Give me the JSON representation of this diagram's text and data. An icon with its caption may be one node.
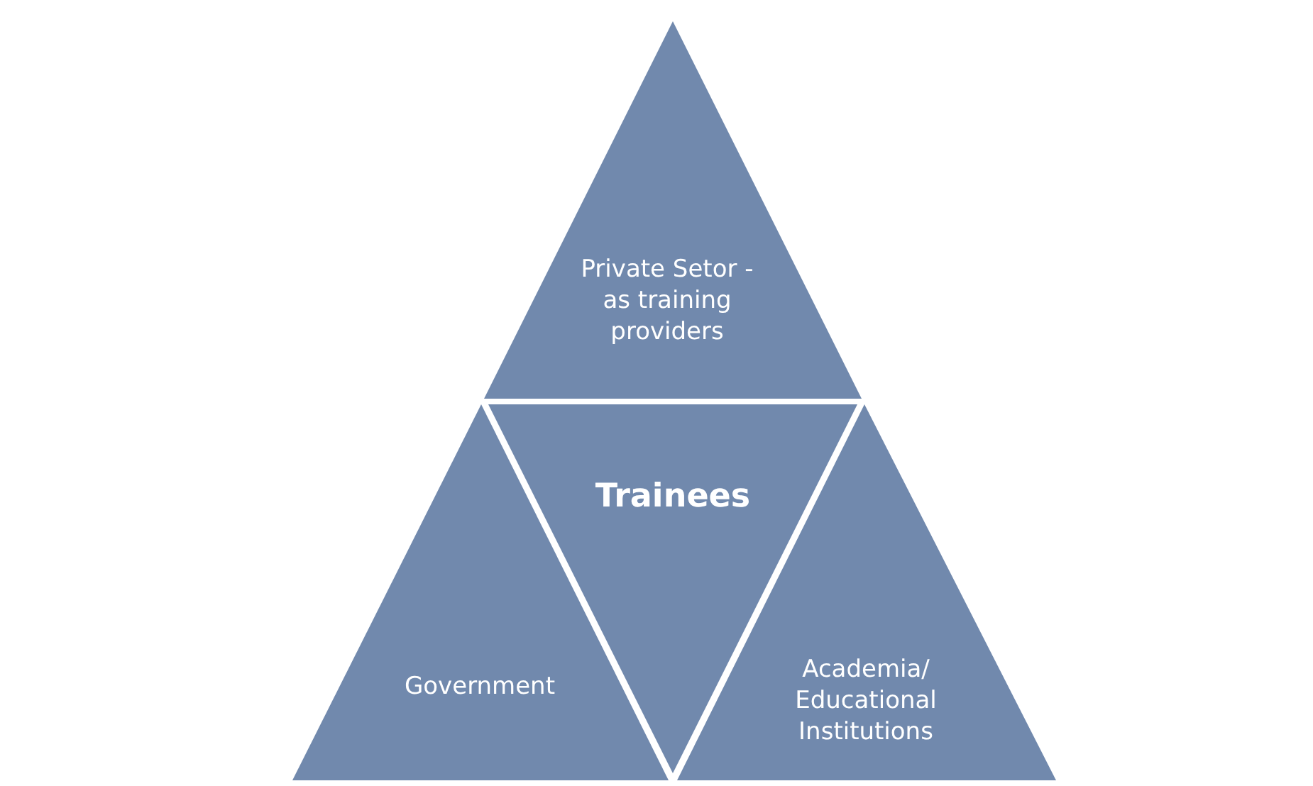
{
  "diagram": {
    "nodes": [
      {
        "text": [
          "Private Setor -as training providers"
        ]
      },
      {
        "text": [
          "Trainees"
        ]
      },
      {
        "text": [
          "Government"
        ]
      },
      {
        "text": [
          "Academia/ Educational Institutions"
        ]
      }
    ]
  }
}
